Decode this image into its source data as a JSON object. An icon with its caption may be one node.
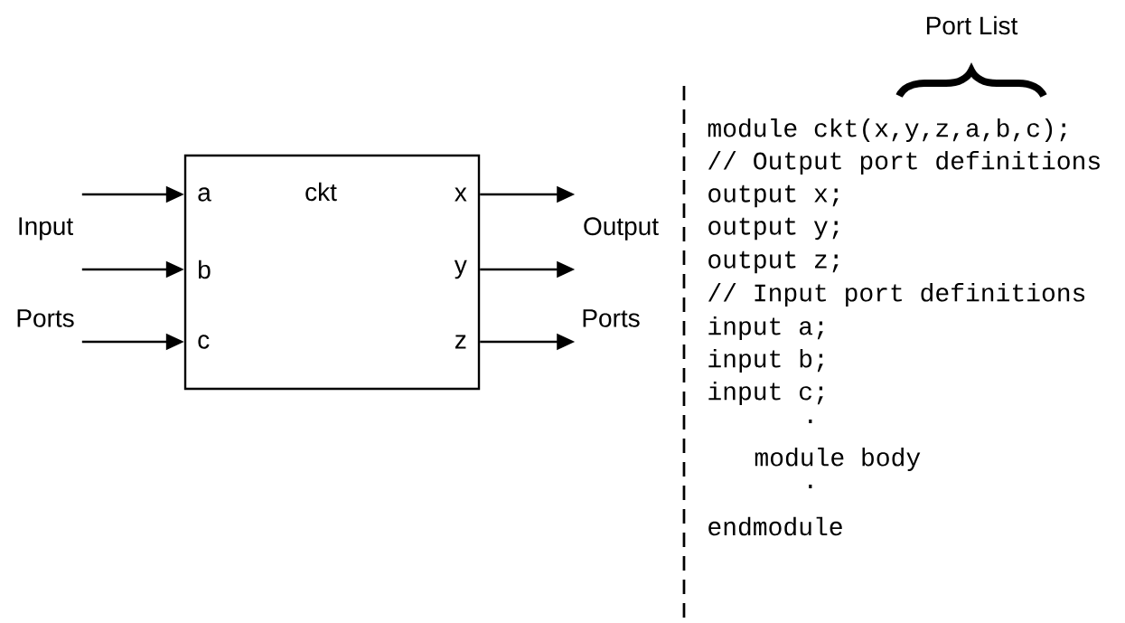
{
  "diagram": {
    "nodes": [
      {
        "text": [
          "ckt"
        ]
      },
      {
        "text": [
          "a"
        ],
        "in": 0
      },
      {
        "text": [
          "x"
        ],
        "in": 0
      },
      {
        "text": [
          "b"
        ],
        "in": 0
      },
      {
        "text": [
          "y"
        ],
        "in": 0
      },
      {
        "text": [
          "c"
        ],
        "in": 0
      },
      {
        "text": [
          "z"
        ],
        "in": 0
      }
    ],
    "edges": [
      {
        "from": null,
        "to": 1,
        "arrow": "to"
      },
      {
        "from": null,
        "to": 3,
        "arrow": "to"
      },
      {
        "from": null,
        "to": 5,
        "arrow": "to"
      },
      {
        "from": 2,
        "to": null,
        "arrow": "to"
      },
      {
        "from": 4,
        "to": null,
        "arrow": "to"
      },
      {
        "from": 6,
        "to": null,
        "arrow": "to"
      }
    ],
    "labels": [
      "Port List",
      "Input",
      "Output",
      "Ports",
      "Ports",
      "module ckt(x,y,z,a,b,c);",
      "// Output port definitions",
      "output x;",
      "output y;",
      "output z;",
      "// Input port definitions",
      "input a;",
      "input b;",
      "input c;",
      ".",
      "module body",
      ".",
      "endmodule"
    ]
  }
}
